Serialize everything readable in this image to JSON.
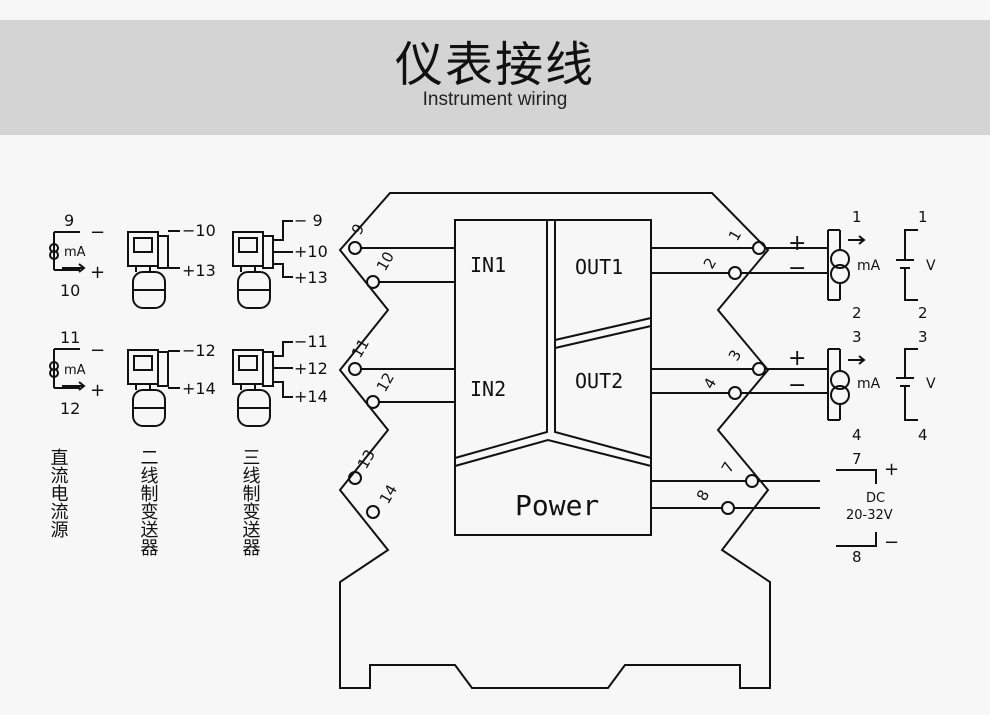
{
  "header": {
    "title": "仪表接线",
    "subtitle": "Instrument wiring"
  },
  "module": {
    "blocks": {
      "in1": "IN1",
      "in2": "IN2",
      "out1": "OUT1",
      "out2": "OUT2",
      "power": "Power"
    },
    "terminals": [
      "1",
      "2",
      "3",
      "4",
      "7",
      "8",
      "9",
      "10",
      "11",
      "12",
      "13",
      "14"
    ]
  },
  "inputs": {
    "dc": {
      "t1": "9",
      "t2": "10",
      "t3": "11",
      "t4": "12",
      "minus": "−",
      "plus": "+",
      "unit": "mA",
      "caption": "直流电流源"
    },
    "two_wire": {
      "t1": "−10",
      "t2": "+13",
      "t3": "−12",
      "t4": "+14",
      "caption": "二线制变送器"
    },
    "three_wire": {
      "a1": "− 9",
      "a2": "+10",
      "a3": "+13",
      "b1": "−11",
      "b2": "+12",
      "b3": "+14",
      "caption": "三线制变送器"
    }
  },
  "outputs": {
    "out1": {
      "plus": "+",
      "minus": "−",
      "ma_top": "1",
      "ma_bot": "2",
      "v_top": "1",
      "v_bot": "2",
      "ma": "mA",
      "v": "V"
    },
    "out2": {
      "plus": "+",
      "minus": "−",
      "ma_top": "3",
      "ma_bot": "4",
      "v_top": "3",
      "v_bot": "4",
      "ma": "mA",
      "v": "V"
    },
    "power": {
      "t7": "7",
      "t8": "8",
      "plus": "+",
      "minus": "−",
      "dc": "DC",
      "range": "20-32V"
    }
  },
  "colors": {
    "line": "#111111",
    "banner": "#d4d4d4",
    "background": "#f7f7f7"
  }
}
